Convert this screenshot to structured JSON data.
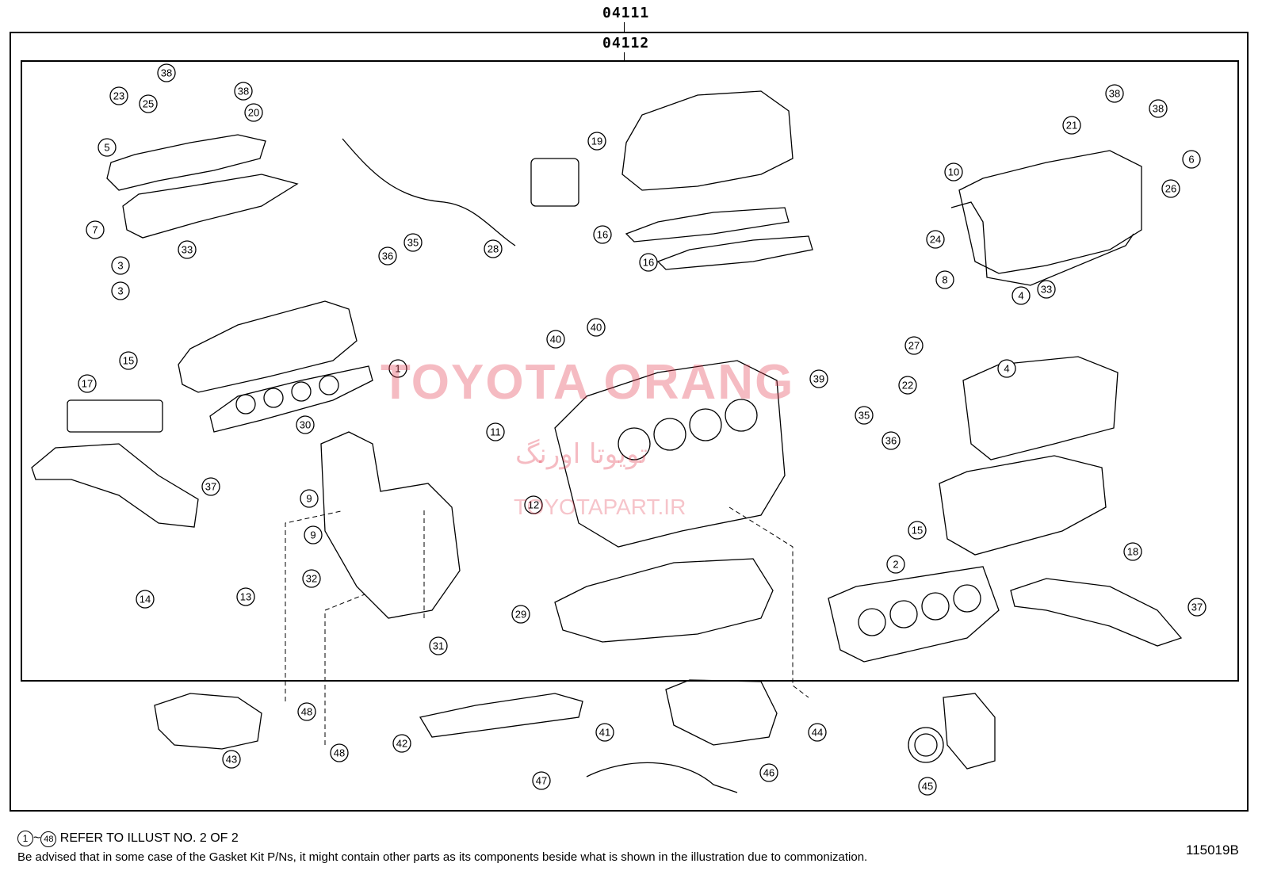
{
  "header": {
    "code_outer": "04111",
    "code_inner": "04112"
  },
  "watermark": {
    "brand": "TOYOTA ORANG",
    "brand_fa": "تویوتا اورنگ",
    "site": "TOYOTAPART.IR",
    "color": "#e23c50"
  },
  "footer": {
    "range_start": "1",
    "range_sep": "~",
    "range_end": "48",
    "refer_text": "REFER TO ILLUST NO. 2 OF 2",
    "note": "Be advised that in some case of the Gasket Kit P/Ns,  it might contain other parts as its components beside what is shown in the illustration due to commonization.",
    "illustration_number": "115019B"
  },
  "callouts": [
    "1",
    "2",
    "3",
    "3",
    "4",
    "4",
    "5",
    "6",
    "7",
    "8",
    "9",
    "9",
    "10",
    "11",
    "12",
    "13",
    "14",
    "15",
    "15",
    "16",
    "16",
    "17",
    "18",
    "19",
    "20",
    "21",
    "22",
    "23",
    "24",
    "25",
    "26",
    "27",
    "28",
    "29",
    "30",
    "31",
    "32",
    "33",
    "33",
    "35",
    "35",
    "36",
    "36",
    "37",
    "37",
    "38",
    "38",
    "38",
    "38",
    "39",
    "40",
    "40",
    "41",
    "42",
    "43",
    "44",
    "45",
    "46",
    "47",
    "48",
    "48"
  ]
}
